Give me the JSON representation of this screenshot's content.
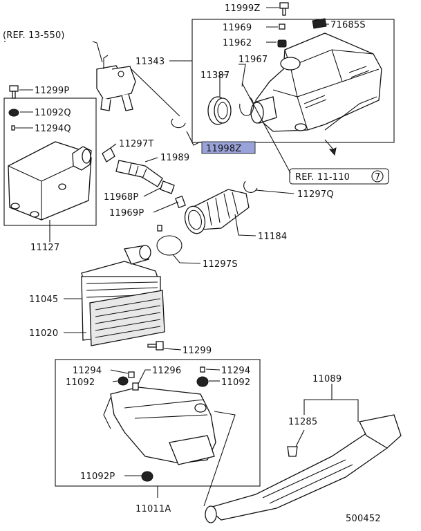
{
  "diagram_id": "500452",
  "highlighted_part": "11998Z",
  "labels": {
    "p11999Z": "11999Z",
    "ref13550": "(REF. 13-550)",
    "p11969": "11969",
    "p71685S": "71685S",
    "p11962": "11962",
    "p11343": "11343",
    "p11967": "11967",
    "p11387": "11387",
    "p11299P": "11299P",
    "p11092Q": "11092Q",
    "p11294Q": "11294Q",
    "p11297T": "11297T",
    "p11998Z": "11998Z",
    "p11989": "11989",
    "ref11110": "REF. 11-110",
    "ref11110_num": "7",
    "p11968P": "11968P",
    "p11297Q": "11297Q",
    "p11969P": "11969P",
    "p11184": "11184",
    "p11127": "11127",
    "p11297S": "11297S",
    "p11045": "11045",
    "p11020": "11020",
    "p11299": "11299",
    "p11294a": "11294",
    "p11296": "11296",
    "p11294b": "11294",
    "p11089": "11089",
    "p11092a": "11092",
    "p11092b": "11092",
    "p11285": "11285",
    "p11092P": "11092P",
    "p11011A": "11011A"
  }
}
